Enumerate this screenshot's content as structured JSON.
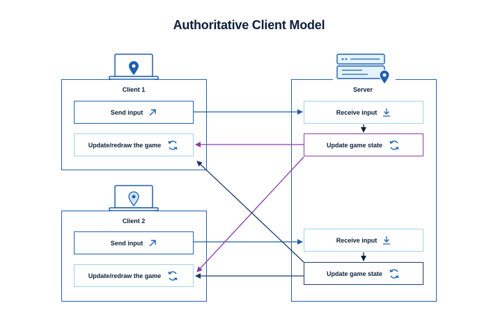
{
  "title": "Authoritative Client Model",
  "client1": {
    "label": "Client 1",
    "send": "Send input",
    "update": "Update/redraw the game"
  },
  "client2": {
    "label": "Client 2",
    "send": "Send input",
    "update": "Update/redraw the game"
  },
  "server": {
    "label": "Server",
    "receive1": "Receive input",
    "state1": "Update game state",
    "receive2": "Receive input",
    "state2": "Update game state"
  },
  "colors": {
    "blue": "#1f5fae",
    "light": "#9fd2e8",
    "purple": "#8a3aa8",
    "navy": "#1c3a6b"
  }
}
